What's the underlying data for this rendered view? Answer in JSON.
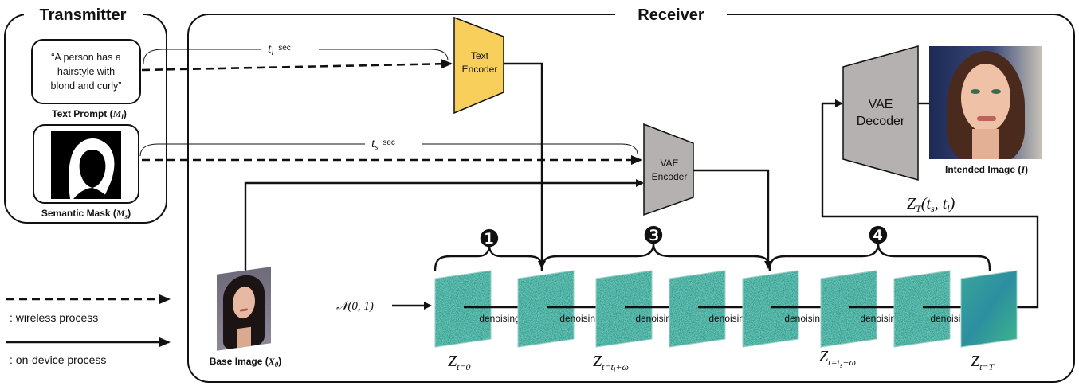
{
  "transmitter": {
    "title": "Transmitter",
    "text_prompt": {
      "lines": [
        "“A person has a",
        "hairstyle with",
        "blond  and curly”"
      ],
      "caption_text": "Text Prompt (",
      "caption_sym": "M",
      "caption_sub": "l",
      "caption_close": ")"
    },
    "semantic_mask": {
      "caption_text": "Semantic Mask (",
      "caption_sym": "M",
      "caption_sub": "s",
      "caption_close": ")"
    }
  },
  "receiver": {
    "title": "Receiver",
    "text_encoder": {
      "line1": "Text",
      "line2": "Encoder",
      "color": "#f7cf5a"
    },
    "vae_encoder": {
      "line1": "VAE",
      "line2": "Encoder",
      "color": "#b5b1b1"
    },
    "vae_decoder": {
      "line1": "VAE",
      "line2": "Decoder",
      "color": "#b5b1b1"
    },
    "delay_text": {
      "sym": "t",
      "sub": "l",
      "unit": "sec"
    },
    "delay_mask": {
      "sym": "t",
      "sub": "s",
      "unit": "sec"
    },
    "noise": "𝒩(0, 1)",
    "zt_output": "Z",
    "zt_output_sub": "T",
    "zt_output_args": "(t",
    "zt_output_s": "s",
    "zt_output_comma": ", t",
    "zt_output_l": "l",
    "zt_output_close": ")",
    "base_image_caption": {
      "text": "Base Image (",
      "sym": "X",
      "sub": "0",
      "close": ")"
    },
    "intended_image_caption": {
      "text": "Intended Image (",
      "sym": "I",
      "close": ")"
    },
    "denoising_label": "denoising",
    "steps": [
      "❶",
      "❸",
      "❹"
    ],
    "latents": [
      {
        "main": "Z",
        "sub": "t=0"
      },
      {
        "main": "Z",
        "sub": "t=t",
        "subsub": "l",
        "tail": "+ω"
      },
      {
        "main": "Z",
        "sub": "t=t",
        "subsub": "s",
        "tail": "+ω"
      },
      {
        "main": "Z",
        "sub": "t=T"
      }
    ]
  },
  "legend": {
    "wireless": ": wireless process",
    "ondevice": ": on-device process"
  }
}
